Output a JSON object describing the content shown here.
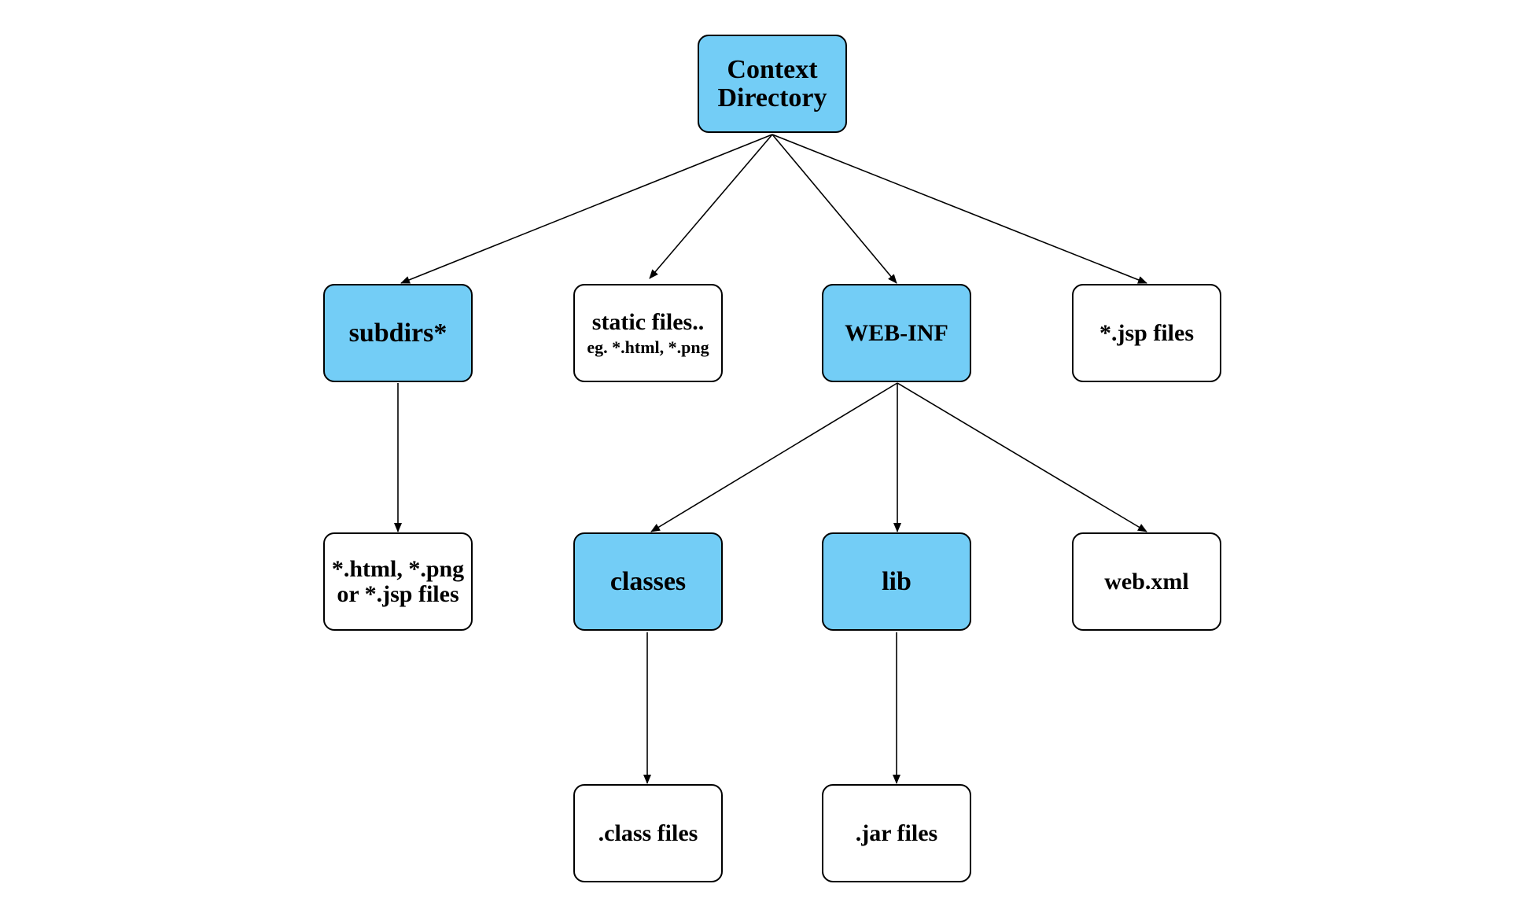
{
  "nodes": {
    "context": {
      "line1": "Context",
      "line2": "Directory"
    },
    "subdirs": {
      "label": "subdirs*"
    },
    "static_files": {
      "line1": "static files..",
      "line2": "eg. *.html, *.png"
    },
    "web_inf": {
      "label": "WEB-INF"
    },
    "jsp_files": {
      "label": "*.jsp files"
    },
    "subdir_files": {
      "line1": "*.html, *.png",
      "line2": "or *.jsp files"
    },
    "classes": {
      "label": "classes"
    },
    "lib": {
      "label": "lib"
    },
    "web_xml": {
      "label": "web.xml"
    },
    "class_files": {
      "label": ".class files"
    },
    "jar_files": {
      "label": ".jar files"
    }
  },
  "colors": {
    "directory_fill": "#73cdf6",
    "file_fill": "#ffffff",
    "stroke": "#000000"
  }
}
